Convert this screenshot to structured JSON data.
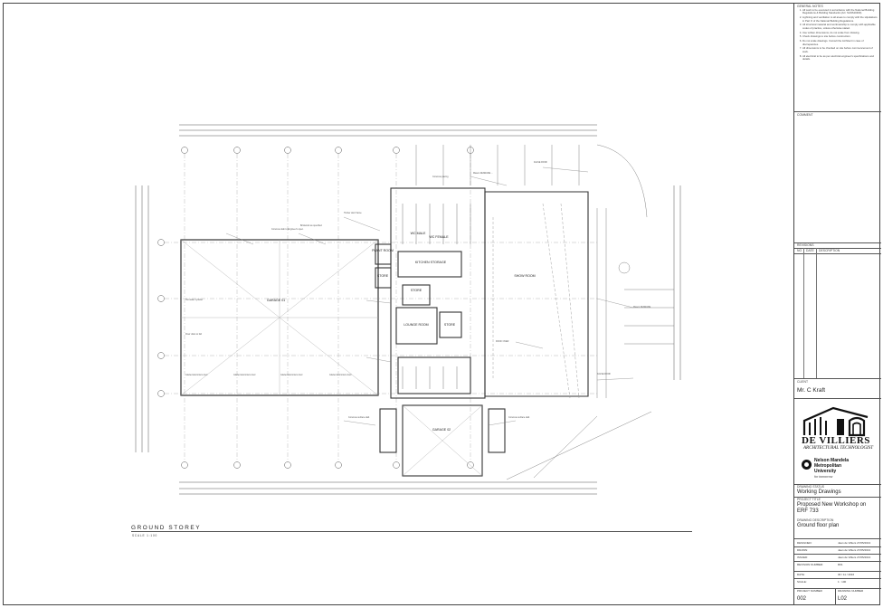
{
  "titleblock": {
    "notes_heading": "GENERAL NOTES",
    "notes": [
      "All work to be executed in accordance with the National Building Regulations & Building Standards (Act: SANS10400).",
      "Lightning and ventilation to all areas to comply with the stipulations in Part O of the National Building Regulations.",
      "All structural material and workmanship to comply with applicable codes of practice, unless otherwise stated.",
      "Use written dimensions; do not scale from drawing.",
      "Check drawings to site before construction.",
      "Do not scale drawings. Consult the Architect in case of discrepancies.",
      "All dimensions to be checked on site before commencement of work.",
      "All electrical to be as per electrical engineer's specifications and details."
    ],
    "comment_heading": "COMMENT",
    "revisions_heading": "REVISIONS",
    "revisions_cols": [
      "NO",
      "DATE",
      "DESCRIPTION"
    ],
    "client_heading": "CLIENT",
    "client": "Mr. C Kraft",
    "firm_name": "DE VILLIERS",
    "firm_sub": "ARCHITECTURAL TECHNOLOGIST",
    "university_line1": "Nelson Mandela",
    "university_line2": "Metropolitan",
    "university_line3": "University",
    "university_tagline": "for tomorrow",
    "drawing_status_heading": "DRAWING STATUS",
    "drawing_status": "Working Drawings",
    "project_title_heading": "PROJECT TITLE",
    "project_title": "Proposed New Workshop on ERF 733",
    "drawing_desc_heading": "DRAWING DESCRIPTION",
    "drawing_desc": "Ground floor plan",
    "designed_label": "DESIGNED:",
    "drawn_label": "DRAWN:",
    "issued_label": "ISSUED:",
    "revision_label": "REVISION NUMBER:",
    "designed_value": "Jaan de Villiers   27/05/2013",
    "drawn_value": "Jaan de Villiers   27/05/2013",
    "issued_value": "Jaan de Villiers   27/05/2013",
    "revision_value": "R01",
    "date_label": "DATE:",
    "date_value": "30 / 11 / 2016",
    "scale_label": "SCALE:",
    "scale_value": "1 : 100",
    "project_number_label": "PROJECT NUMBER",
    "project_number": "002",
    "drawing_number_label": "DRAWING NUMBER",
    "drawing_number": "L02"
  },
  "plan": {
    "caption": "GROUND STOREY",
    "caption_scale": "SCALE 1:100",
    "rooms": {
      "garage1": "GARAGE 01",
      "garage2": "GARAGE 02",
      "kitchen": "KITCHEN STORAGE",
      "lounge": "LOUNGE ROOM",
      "store1": "STORE",
      "store2": "STORE",
      "store3": "STORE",
      "plant": "PLANT ROOM",
      "show": "SHOW ROOM",
      "wc_m": "WC MALE",
      "wc_f": "WC FEMALE"
    }
  }
}
